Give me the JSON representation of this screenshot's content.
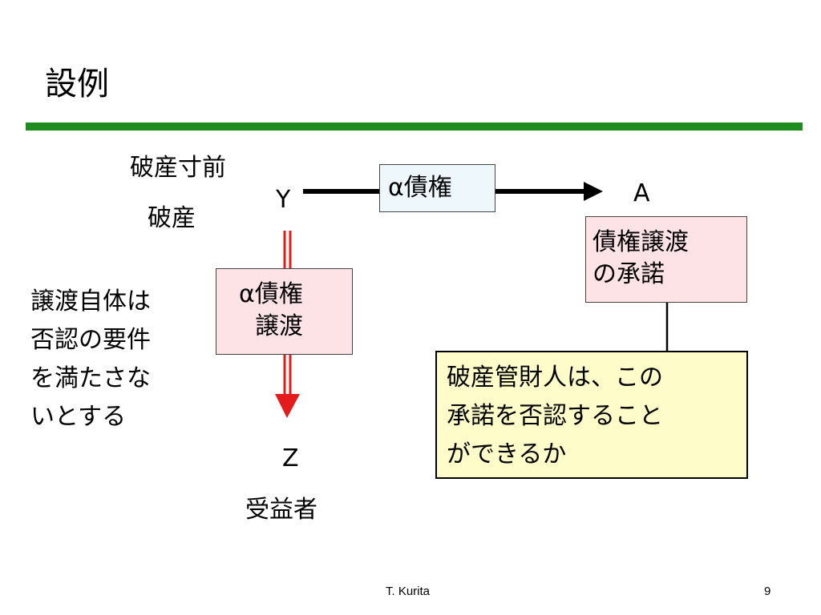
{
  "slide": {
    "title": "設例",
    "footer_author": "T. Kurita",
    "page_number": "9"
  },
  "diagram": {
    "label_before_bankruptcy": "破産寸前",
    "label_bankruptcy": "破産",
    "node_y": "Y",
    "node_a": "A",
    "node_z": "Z",
    "label_beneficiary": "受益者",
    "claim_box": "α債権",
    "transfer_box": [
      "α債権",
      "譲渡"
    ],
    "consent_box": [
      "債権譲渡",
      "の承諾"
    ],
    "assumption_text": [
      "譲渡自体は",
      "否認の要件",
      "を満たさな",
      "いとする"
    ],
    "question_box": [
      "破産管財人は、この",
      "承諾を否認すること",
      "ができるか"
    ]
  }
}
